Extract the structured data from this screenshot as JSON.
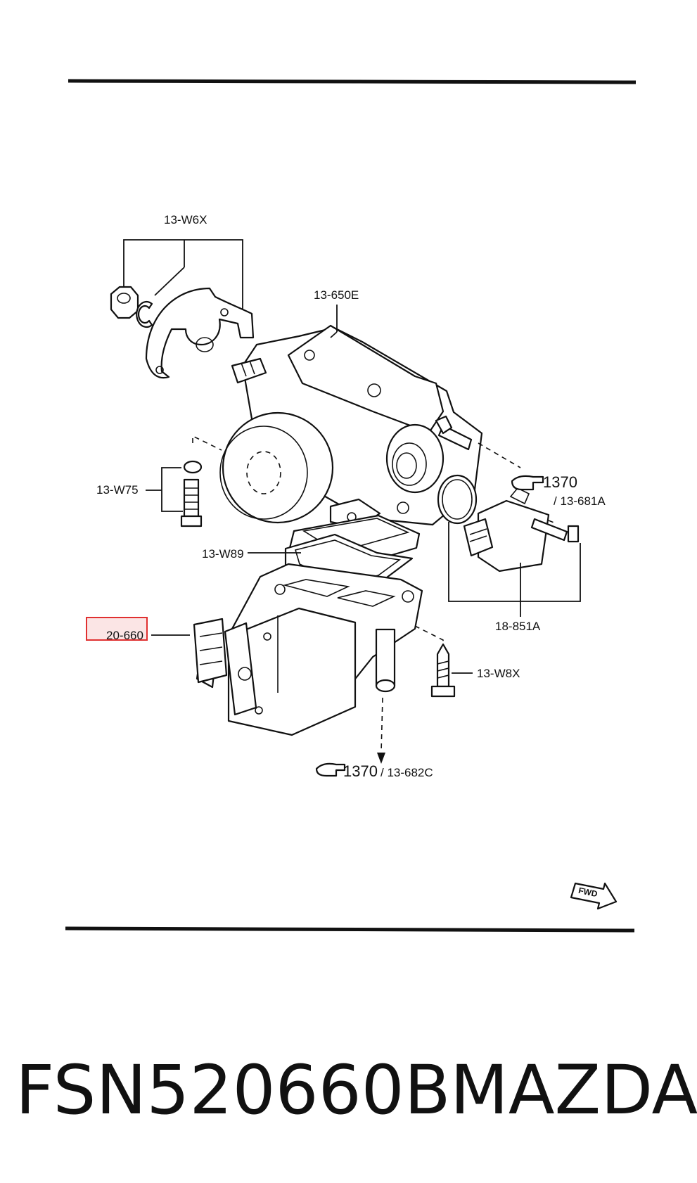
{
  "labels": {
    "w6x": "13-W6X",
    "body650e": "13-650E",
    "w75": "13-W75",
    "ref1370_top": "1370",
    "ref681a": "/ 13-681A",
    "w89": "13-W89",
    "part660": "20-660",
    "sensor851a": "18-851A",
    "w8x": "13-W8X",
    "ref1370_bottom": "1370",
    "ref682c": "/ 13-682C",
    "fwd": "FWD"
  },
  "highlight": {
    "part": "20-660",
    "color": "#e03030"
  },
  "footer": {
    "part_number": "FSN520660B",
    "brand": "MAZDA"
  }
}
